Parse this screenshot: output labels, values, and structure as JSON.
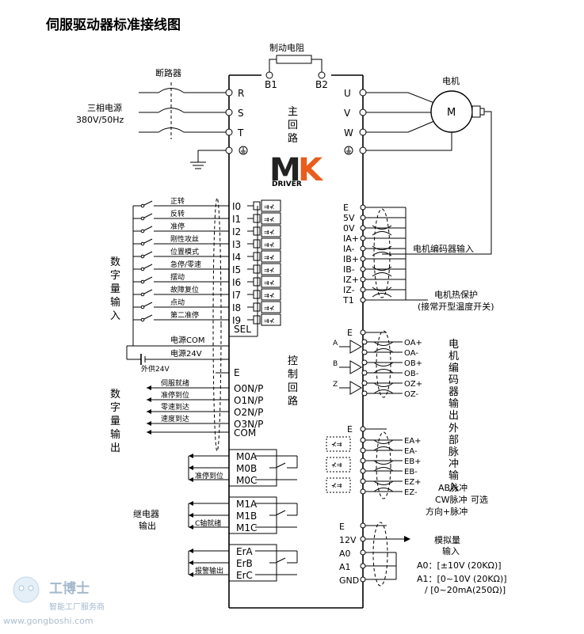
{
  "title": "伺服驱动器标准接线图",
  "main_circuit": {
    "label": "主回路",
    "brake_resistor": "制动电阻",
    "b1": "B1",
    "b2": "B2",
    "breaker": "断路器",
    "power": "三相电源",
    "power_spec": "380V/50Hz",
    "r": "R",
    "s": "S",
    "t": "T",
    "u": "U",
    "v": "V",
    "w": "W",
    "motor": "电机",
    "motor_symbol": "M"
  },
  "logo": {
    "m": "M",
    "k": "K",
    "driver": "DRIVER"
  },
  "digital_input": {
    "label": "数字量输入",
    "items": [
      {
        "name": "正转",
        "pin": "I0"
      },
      {
        "name": "反转",
        "pin": "I1"
      },
      {
        "name": "准停",
        "pin": "I2"
      },
      {
        "name": "刚性攻丝",
        "pin": "I3"
      },
      {
        "name": "位置模式",
        "pin": "I4"
      },
      {
        "name": "急停/零速",
        "pin": "I5"
      },
      {
        "name": "摆动",
        "pin": "I6"
      },
      {
        "name": "故障复位",
        "pin": "I7"
      },
      {
        "name": "点动",
        "pin": "I8"
      },
      {
        "name": "第二准停",
        "pin": "I9"
      }
    ],
    "sel": "SEL",
    "com_label": "电源COM",
    "p24_label": "电源24V",
    "ext24": "外供24V",
    "e": "E"
  },
  "digital_output": {
    "label": "数字量输出",
    "items": [
      {
        "name": "伺服就绪",
        "pin": "O0N/P"
      },
      {
        "name": "准停到位",
        "pin": "O1N/P"
      },
      {
        "name": "零速到达",
        "pin": "O2N/P"
      },
      {
        "name": "速度到达",
        "pin": "O3N/P"
      }
    ],
    "com": "COM"
  },
  "control_circuit": {
    "label": "控制回路"
  },
  "relay_output": {
    "label": "继电器输出",
    "groups": [
      {
        "pins": [
          "M0A",
          "M0B",
          "M0C"
        ],
        "note": "准停到位"
      },
      {
        "pins": [
          "M1A",
          "M1B",
          "M1C"
        ],
        "note": "C轴就绪"
      },
      {
        "pins": [
          "ErA",
          "ErB",
          "ErC"
        ],
        "note": "报警输出"
      }
    ]
  },
  "encoder_input": {
    "pins": [
      "E",
      "5V",
      "0V",
      "IA+",
      "IA-",
      "IB+",
      "IB-",
      "IZ+",
      "IZ-",
      "T1"
    ],
    "label": "电机编码器输入",
    "thermal": "电机热保护",
    "thermal_note": "(接常开型温度开关)"
  },
  "encoder_output": {
    "e": "E",
    "channels": [
      {
        "name": "A",
        "pins": [
          "OA+",
          "OA-"
        ]
      },
      {
        "name": "B",
        "pins": [
          "OB+",
          "OB-"
        ]
      },
      {
        "name": "Z",
        "pins": [
          "OZ+",
          "OZ-"
        ]
      }
    ],
    "label": "电机编码器输出"
  },
  "pulse_input": {
    "e": "E",
    "pins": [
      "EA+",
      "EA-",
      "EB+",
      "EB-",
      "EZ+",
      "EZ-"
    ],
    "label": "外部脉冲输入",
    "mode1": "AB脉冲",
    "mode2": "CW脉冲",
    "mode2_suffix": "可选",
    "mode3": "方向+脉冲"
  },
  "analog_input": {
    "pins": [
      "E",
      "12V",
      "A0",
      "A1",
      "GND"
    ],
    "label": "模拟量",
    "label2": "输入",
    "a0": "A0：[±10V    (20KΩ)]",
    "a1": "A1：[0~10V   (20KΩ)]",
    "a1b": "/  [0~20mA(250Ω)]"
  },
  "watermark": {
    "name": "工博士",
    "tagline": "智能工厂服务商",
    "url": "www.gongboshi.com"
  }
}
